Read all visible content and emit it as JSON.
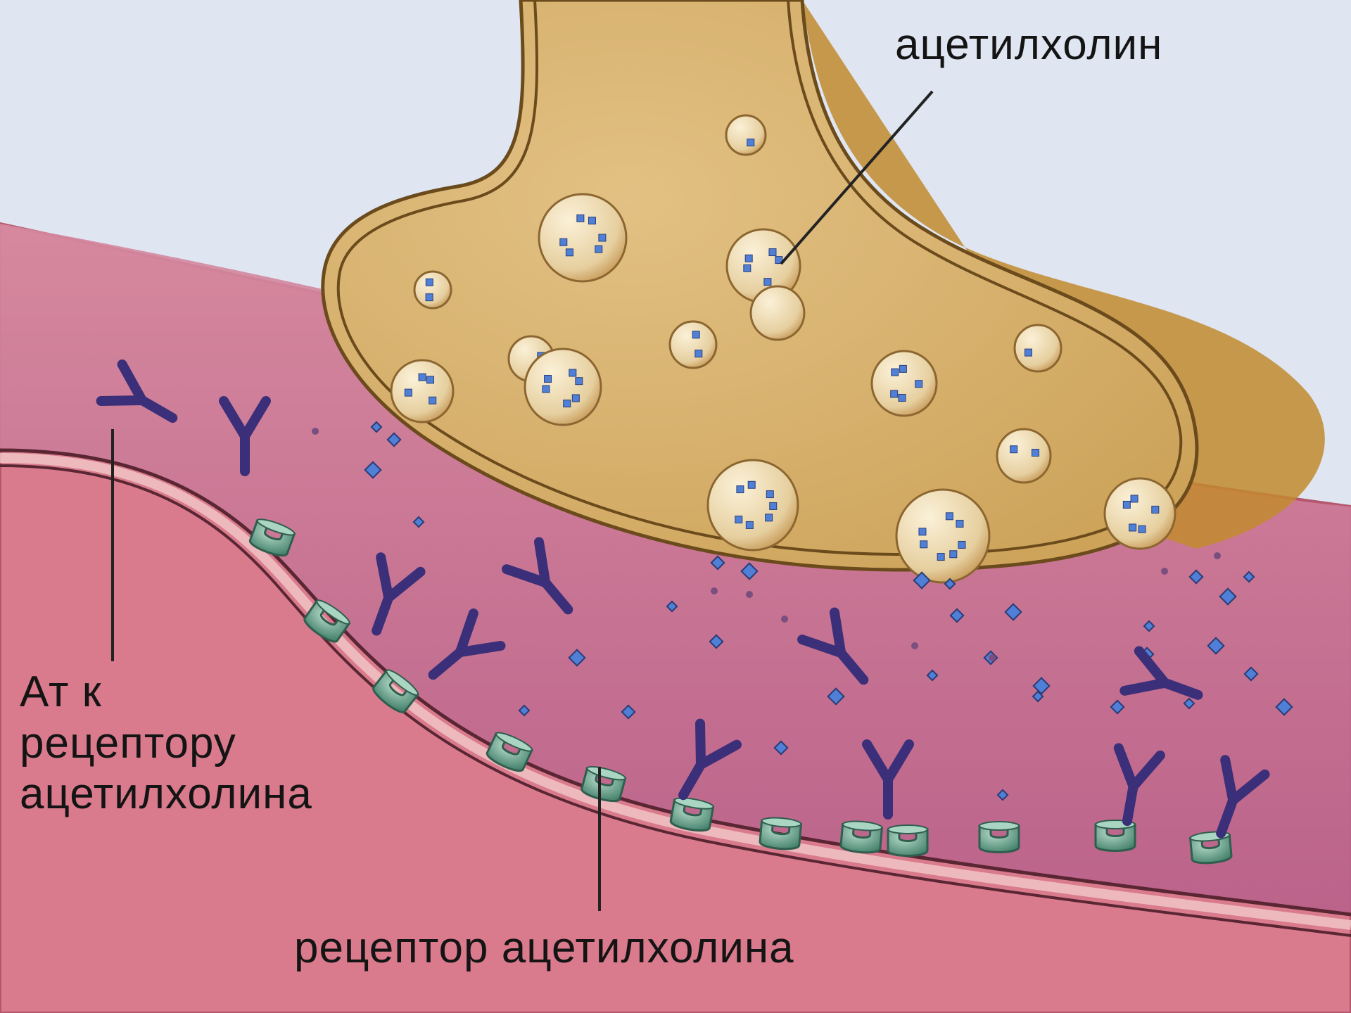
{
  "labels": {
    "acetylcholine": "ацетилхолин",
    "antibody_line1": "Ат к",
    "antibody_line2": "рецептору",
    "antibody_line3": "ацетилхолина",
    "receptor": "рецептор ацетилхолина"
  },
  "colors": {
    "background": "#dfe6f2",
    "muscle_tissue": "#d97b8d",
    "cleft": "#c06c90",
    "terminal": "#d9b56e",
    "antibody": "#3a2f78",
    "acetylcholine": "#4f7fd6",
    "receptor": "#5e9c86"
  }
}
